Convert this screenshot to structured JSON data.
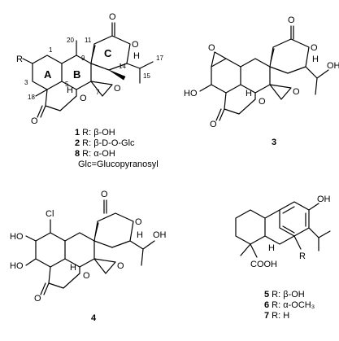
{
  "compounds": {
    "c1": {
      "ring_letters": [
        "A",
        "B",
        "C"
      ],
      "substituent": "R",
      "atom_numbers": [
        "1",
        "3",
        "5",
        "7",
        "9",
        "11",
        "14",
        "15",
        "17",
        "18",
        "20"
      ],
      "legend": [
        {
          "num": "1",
          "text": " R: β-OH"
        },
        {
          "num": "2",
          "text": " R: β-D-O-Glc"
        },
        {
          "num": "8",
          "text": " R: α-OH"
        }
      ],
      "footnote": "Glc=Glucopyranosyl"
    },
    "c3": {
      "label": "3"
    },
    "c4": {
      "label": "4",
      "substituent": "Cl"
    },
    "c5": {
      "substituent": "R",
      "acid_group": "COOH",
      "legend": [
        {
          "num": "5",
          "text": " R: β-OH"
        },
        {
          "num": "6",
          "text": " R: α-OCH₃"
        },
        {
          "num": "7",
          "text": " R: H"
        }
      ]
    }
  },
  "atoms": {
    "O": "O",
    "H": "H",
    "OH": "OH",
    "HO": "HO"
  }
}
